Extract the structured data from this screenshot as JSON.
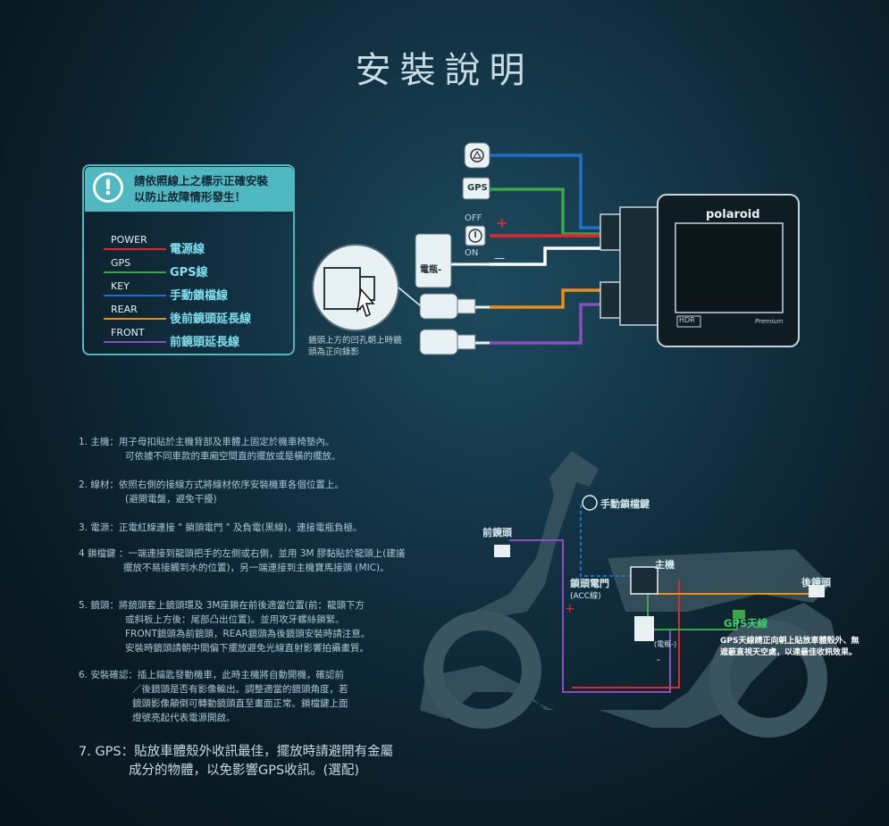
{
  "title": "安裝說明",
  "warning": {
    "icon": "exclamation-icon",
    "line1": "請依照線上之標示正確安裝",
    "line2": "以防止故障情形發生！"
  },
  "wires": [
    {
      "tag": "POWER",
      "name": "電源線",
      "color": "#e5262b"
    },
    {
      "tag": "GPS",
      "name": "GPS線",
      "color": "#3aa64a"
    },
    {
      "tag": "KEY",
      "name": "手動鎖檔線",
      "color": "#1f6fd1"
    },
    {
      "tag": "REAR",
      "name": "後前鏡頭延長線",
      "color": "#f08c1a"
    },
    {
      "tag": "FRONT",
      "name": "前鏡頭延長線",
      "color": "#8a4fbf"
    }
  ],
  "diagram": {
    "gps_label": "GPS",
    "off_label": "OFF",
    "on_label": "ON",
    "plus": "+",
    "minus": "—",
    "battery_label": "電瓶-",
    "lens_caption": "鏡頭上方的凹孔朝上時鏡頭為正向錄影",
    "brand": "polaroid",
    "hdr": "HDR",
    "premium": "Premium"
  },
  "steps": [
    {
      "lines": [
        "1. 主機：用子母扣貼於主機背部及車體上固定於機車椅墊內。",
        "可依據不同車款的車廂空間直的擺放或是橫的擺放。"
      ]
    },
    {
      "lines": [
        "2. 線材：依照右側的接線方式將線材依序安裝機車各個位置上。",
        "(避開電盤，避免干擾)"
      ]
    },
    {
      "lines": [
        "3. 電源：正電紅線連接 \" 鎖頭電門 \" 及負電(黑線)，連接電瓶負極。"
      ]
    },
    {
      "lines": [
        "4 鎖檔鍵 ：一端連接到龍頭把手的左側或右側，並用 3M 膠黏貼於龍頭上(建議",
        "擺放不易接觸到水的位置)，另一端連接到主機寶馬接頭 (MIC)。"
      ]
    },
    {
      "lines": [
        "5. 鏡頭：將鏡頭套上鏡頭環及 3M座鎖在前後適當位置(前：龍頭下方",
        "或斜板上方後：尾部凸出位置)。並用攻牙螺絲鎖緊。",
        "FRONT鏡頭為前鏡頭，REAR鏡頭為後鏡頭安裝時請注意。",
        "安裝時鏡頭請朝中間偏下擺放避免光線直射影響拍攝畫質。"
      ]
    },
    {
      "lines": [
        "6. 安裝確認：插上鑰匙發動機車，此時主機將自動開機，確認前",
        "／後鏡頭是否有影像輸出。調整適當的鏡頭角度，若",
        "鏡頭影像顛倒可轉動鏡頭直至畫面正常。鎖檔鍵上面",
        "燈號亮起代表電源開啟。"
      ]
    }
  ],
  "step7": {
    "line1": "7. GPS：貼放車體殼外收訊最佳，擺放時請避開有金屬",
    "line2": "成分的物體，以免影響GPS收訊。(選配)"
  },
  "bike": {
    "key_label": "手動鎖檔鍵",
    "front_cam": "前鏡頭",
    "main_unit": "主機",
    "rear_cam": "後鏡頭",
    "ignition": "鎖頭電門",
    "acc": "(ACC線)",
    "battery": "(電瓶-)",
    "gps": "GPS天線",
    "gps_note": "GPS天線請正向朝上貼放車體殼外、無遮蔽直視天空處，以達最佳收訊效果。",
    "plus": "+",
    "minus": "-"
  }
}
